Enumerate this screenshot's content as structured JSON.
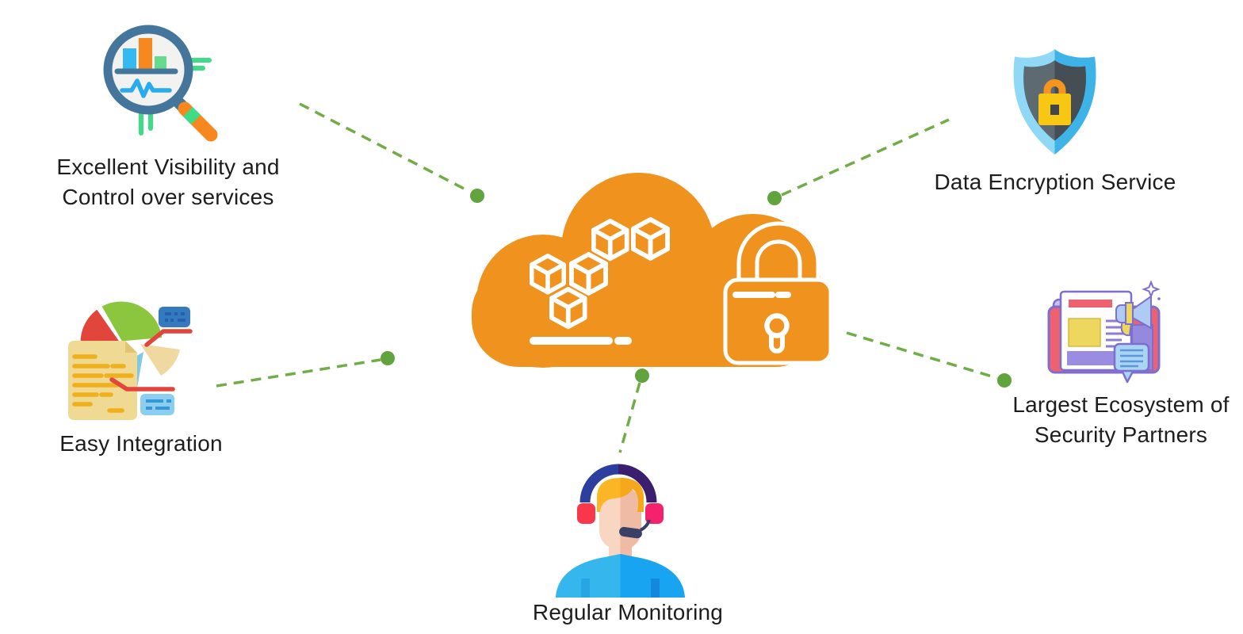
{
  "diagram": {
    "background": "#ffffff",
    "connector": {
      "color": "#70AD47",
      "dot_color": "#61A33D",
      "style": "dashed"
    },
    "center": {
      "icon": "aws-cloud-cubes-padlock-icon",
      "color": "#F0921E",
      "cube_count": 5
    },
    "connections": [
      {
        "from": "visibility",
        "to": "center"
      },
      {
        "from": "integration",
        "to": "center"
      },
      {
        "from": "encryption",
        "to": "center"
      },
      {
        "from": "partners",
        "to": "center"
      },
      {
        "from": "monitoring",
        "to": "center"
      }
    ],
    "features": [
      {
        "id": "visibility",
        "position": "top-left",
        "icon": "magnifier-analytics-icon",
        "label_lines": [
          "Excellent Visibility and",
          "Control over services"
        ]
      },
      {
        "id": "integration",
        "position": "middle-left",
        "icon": "pie-chart-report-icon",
        "label_lines": [
          "Easy Integration"
        ]
      },
      {
        "id": "encryption",
        "position": "top-right",
        "icon": "shield-lock-icon",
        "label_lines": [
          "Data Encryption Service"
        ]
      },
      {
        "id": "partners",
        "position": "middle-right",
        "icon": "newspaper-megaphone-icon",
        "label_lines": [
          "Largest Ecosystem of",
          "Security Partners"
        ]
      },
      {
        "id": "monitoring",
        "position": "bottom-center",
        "icon": "support-agent-headset-icon",
        "label_lines": [
          "Regular Monitoring"
        ]
      }
    ],
    "palette": {
      "orange": "#F0921E",
      "green_line": "#70AD47",
      "text": "#1d1d1d",
      "shield_blue_light": "#8FD9F7",
      "shield_blue_dark": "#3EB3E8",
      "lock_yellow": "#F8C713",
      "headset_red": "#F8374B",
      "headset_pink": "#F5216D",
      "shirt_blue": "#35B7EE"
    }
  }
}
